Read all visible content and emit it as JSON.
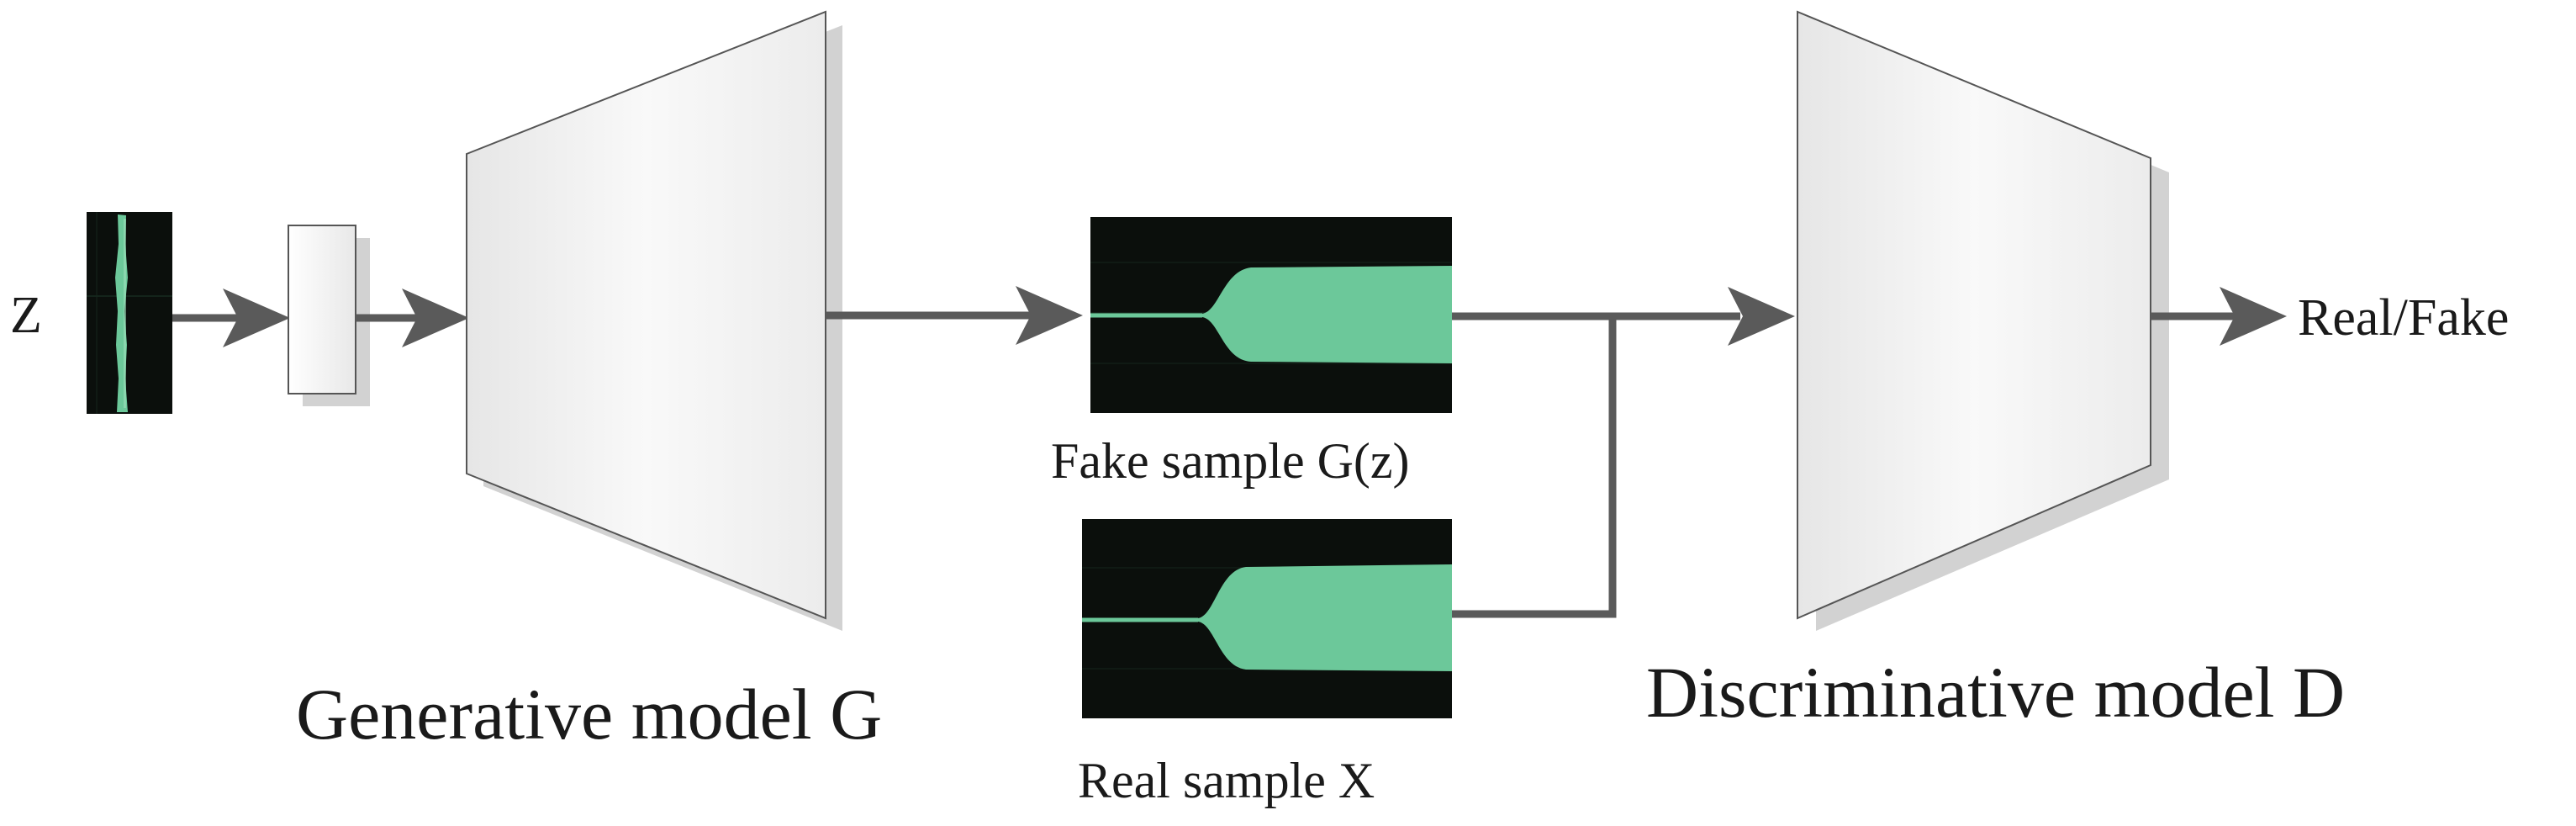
{
  "input_label": "Z",
  "generator_label": "Generative model G",
  "discriminator_label": "Discriminative model D",
  "fake_sample_label": "Fake sample G(z)",
  "real_sample_label": "Real sample X",
  "output_label": "Real/Fake",
  "colors": {
    "signal": "#6cc89a",
    "spectrogram_bg": "#0b0f0c",
    "arrow": "#5a5a5a",
    "block_fill": "#f4f4f4",
    "block_stroke": "#555555",
    "shadow": "#d2d2d2"
  }
}
